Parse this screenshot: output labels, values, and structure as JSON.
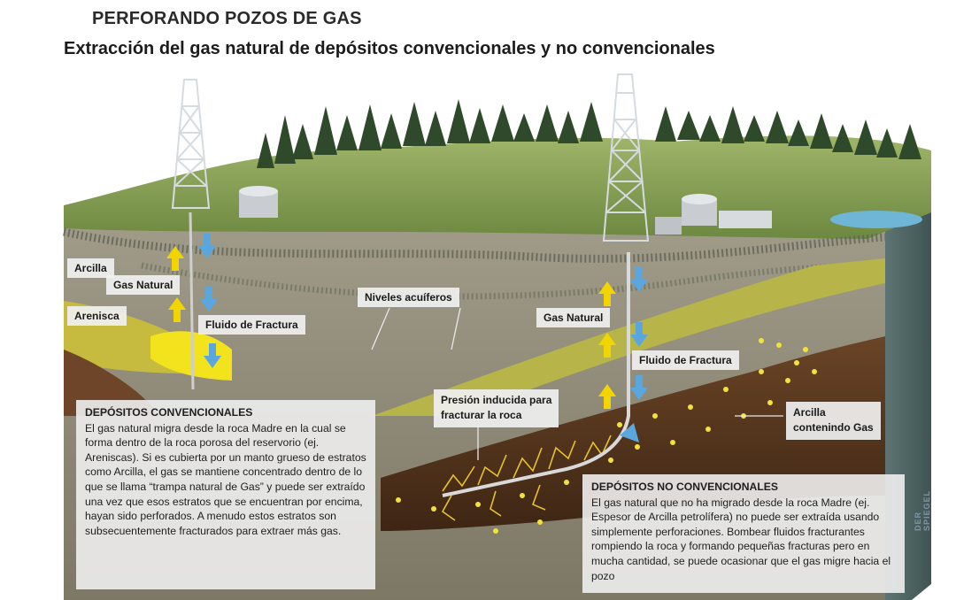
{
  "title": "PERFORANDO POZOS DE GAS",
  "subtitle": "Extracción del gas natural de depósitos convencionales y no convencionales",
  "labels": {
    "arcilla": "Arcilla",
    "gas_natural_left": "Gas Natural",
    "arenisca": "Arenisca",
    "fluido_left": "Fluido de Fractura",
    "niveles": "Niveles acuíferos",
    "gas_natural_right": "Gas Natural",
    "fluido_right": "Fluido de Fractura",
    "presion": "Presión inducida para\nfracturar la roca",
    "arcilla_gas": "Arcilla\ncontenindo Gas"
  },
  "conventional": {
    "heading": "DEPÓSITOS CONVENCIONALES",
    "body": "El gas natural migra desde la roca Madre en la cual se forma dentro de la roca porosa del reservorio (ej. Areniscas). Si es cubierta por un manto grueso de estratos como Arcilla, el gas se mantiene concentrado dentro de lo que se llama “trampa natural de Gas” y puede ser extraído una vez que esos estratos que se encuentran por encima, hayan sido perforados. A menudo estos estratos son subsecuentemente fracturados para extraer más gas."
  },
  "unconventional": {
    "heading": "DEPÓSITOS NO CONVENCIONALES",
    "body": "El gas natural que no ha migrado desde la roca Madre (ej. Espesor de Arcilla petrolífera) no puede ser extraída usando simplemente perforaciones. Bombear fluidos fracturantes rompiendo la roca y formando pequeñas fracturas pero en mucha cantidad, se puede ocasionar que el gas migre hacia el pozo"
  },
  "watermark": "DER SPIEGEL",
  "colors": {
    "sky": "#ffffff",
    "grass": "#7f9a4e",
    "soil": "#8e8a78",
    "sandstone": "#c9c24a",
    "shale": "#5a3a22",
    "gas": "#f2e23a",
    "arrow_blue": "#5aa7e0",
    "arrow_yellow": "#f2d400"
  }
}
